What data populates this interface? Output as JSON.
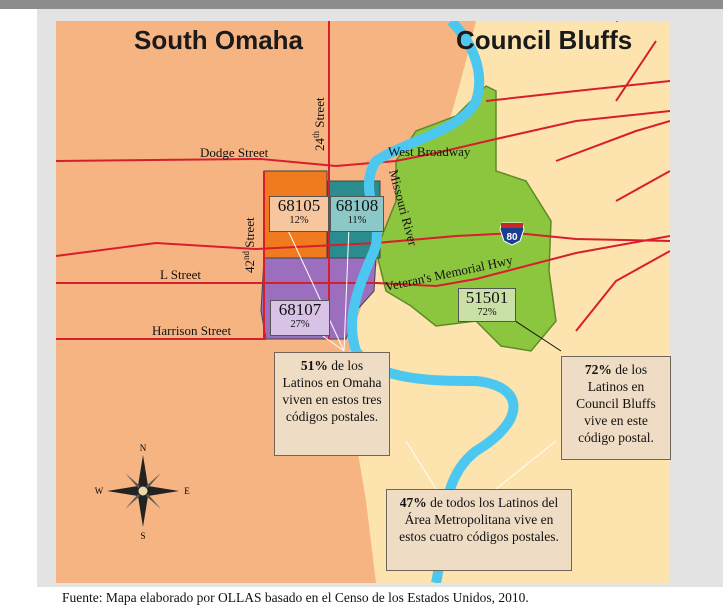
{
  "title_left": "South Omaha",
  "title_right": "Council Bluffs",
  "streets": {
    "dodge": "Dodge Street",
    "st24": "24",
    "st24_sup": "th",
    "st24_word": " Street",
    "st42": "42",
    "st42_sup": "nd",
    "st42_word": " Street",
    "l_street": "L Street",
    "harrison": "Harrison Street",
    "west_broadway": "West Broadway",
    "missouri_river": "Missouri River",
    "veterans": "Veteran's Memorial Hwy",
    "interstate": "80"
  },
  "zips": [
    {
      "code": "68105",
      "pct": "12%",
      "color": "#f07a1e"
    },
    {
      "code": "68108",
      "pct": "11%",
      "color": "#2a8c8c"
    },
    {
      "code": "68107",
      "pct": "27%",
      "color": "#9b6fbe"
    },
    {
      "code": "51501",
      "pct": "72%",
      "color": "#8cc63f"
    }
  ],
  "callouts": {
    "omaha": {
      "bold": "51%",
      "text": " de los Latinos en Omaha viven en estos tres códigos postales."
    },
    "cb": {
      "bold": "72%",
      "text": " de los Latinos en Council Bluffs vive en este código postal."
    },
    "metro": {
      "bold": "47%",
      "text": " de todos los Latinos del Área Metropolitana vive en estos cuatro códigos postales."
    }
  },
  "compass": {
    "n": "N",
    "s": "S",
    "e": "E",
    "w": "W"
  },
  "caption": "Fuente: Mapa elaborado por OLLAS basado en el Censo de los Estados Unidos, 2010.",
  "colors": {
    "omaha_land": "#f6b483",
    "cb_land": "#fde3ad",
    "river": "#4cc8f0",
    "roads": "#d81e2c"
  }
}
